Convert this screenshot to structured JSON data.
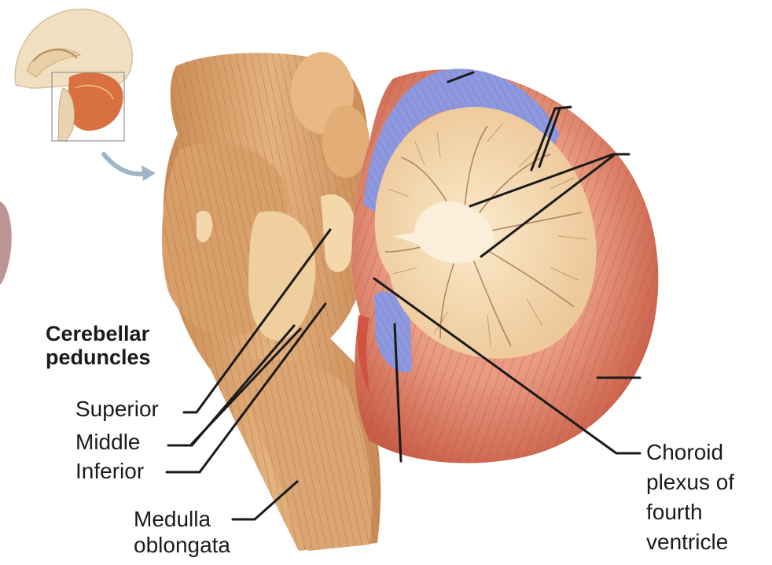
{
  "labels": {
    "heading_line1": "Cerebellar",
    "heading_line2": "peduncles",
    "superior": "Superior",
    "middle": "Middle",
    "inferior": "Inferior",
    "medulla_line1": "Medulla",
    "medulla_line2": "oblongata",
    "choroid_line1": "Choroid",
    "choroid_line2": "plexus of",
    "choroid_line3": "fourth",
    "choroid_line4": "ventricle"
  },
  "colors": {
    "background": "#ffffff",
    "brainstem": "#dfae7a",
    "cerebellum_cortex": "#df8a6f",
    "arbor_vitae": "#f2d3a7",
    "ventricle_lining": "#8f9ae0",
    "leader_lines": "#1a1a1a"
  }
}
